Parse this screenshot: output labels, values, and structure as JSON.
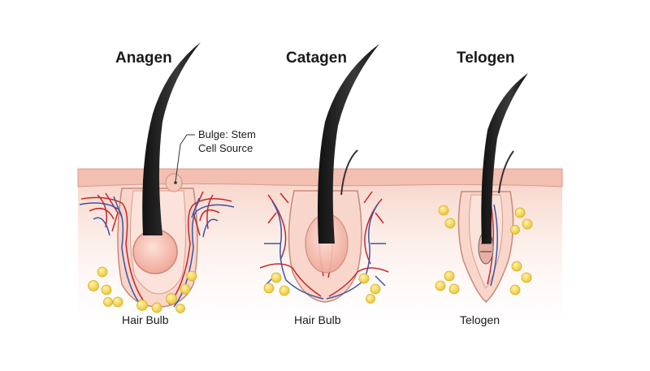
{
  "stages": [
    {
      "title": "Anagen",
      "bottom_label": "Hair Bulb"
    },
    {
      "title": "Catagen",
      "bottom_label": "Hair Bulb"
    },
    {
      "title": "Telogen",
      "bottom_label": "Telogen"
    }
  ],
  "callout": {
    "line1": "Bulge: Stem",
    "line2": "Cell Source"
  },
  "colors": {
    "skin_top": "#f2c6b8",
    "skin_body": "#fbe9e2",
    "hair": "#1e1e1e",
    "artery": "#c8242b",
    "vein": "#3a55a6",
    "fat": "#f3d245",
    "bulb": "#f3b5a8"
  }
}
